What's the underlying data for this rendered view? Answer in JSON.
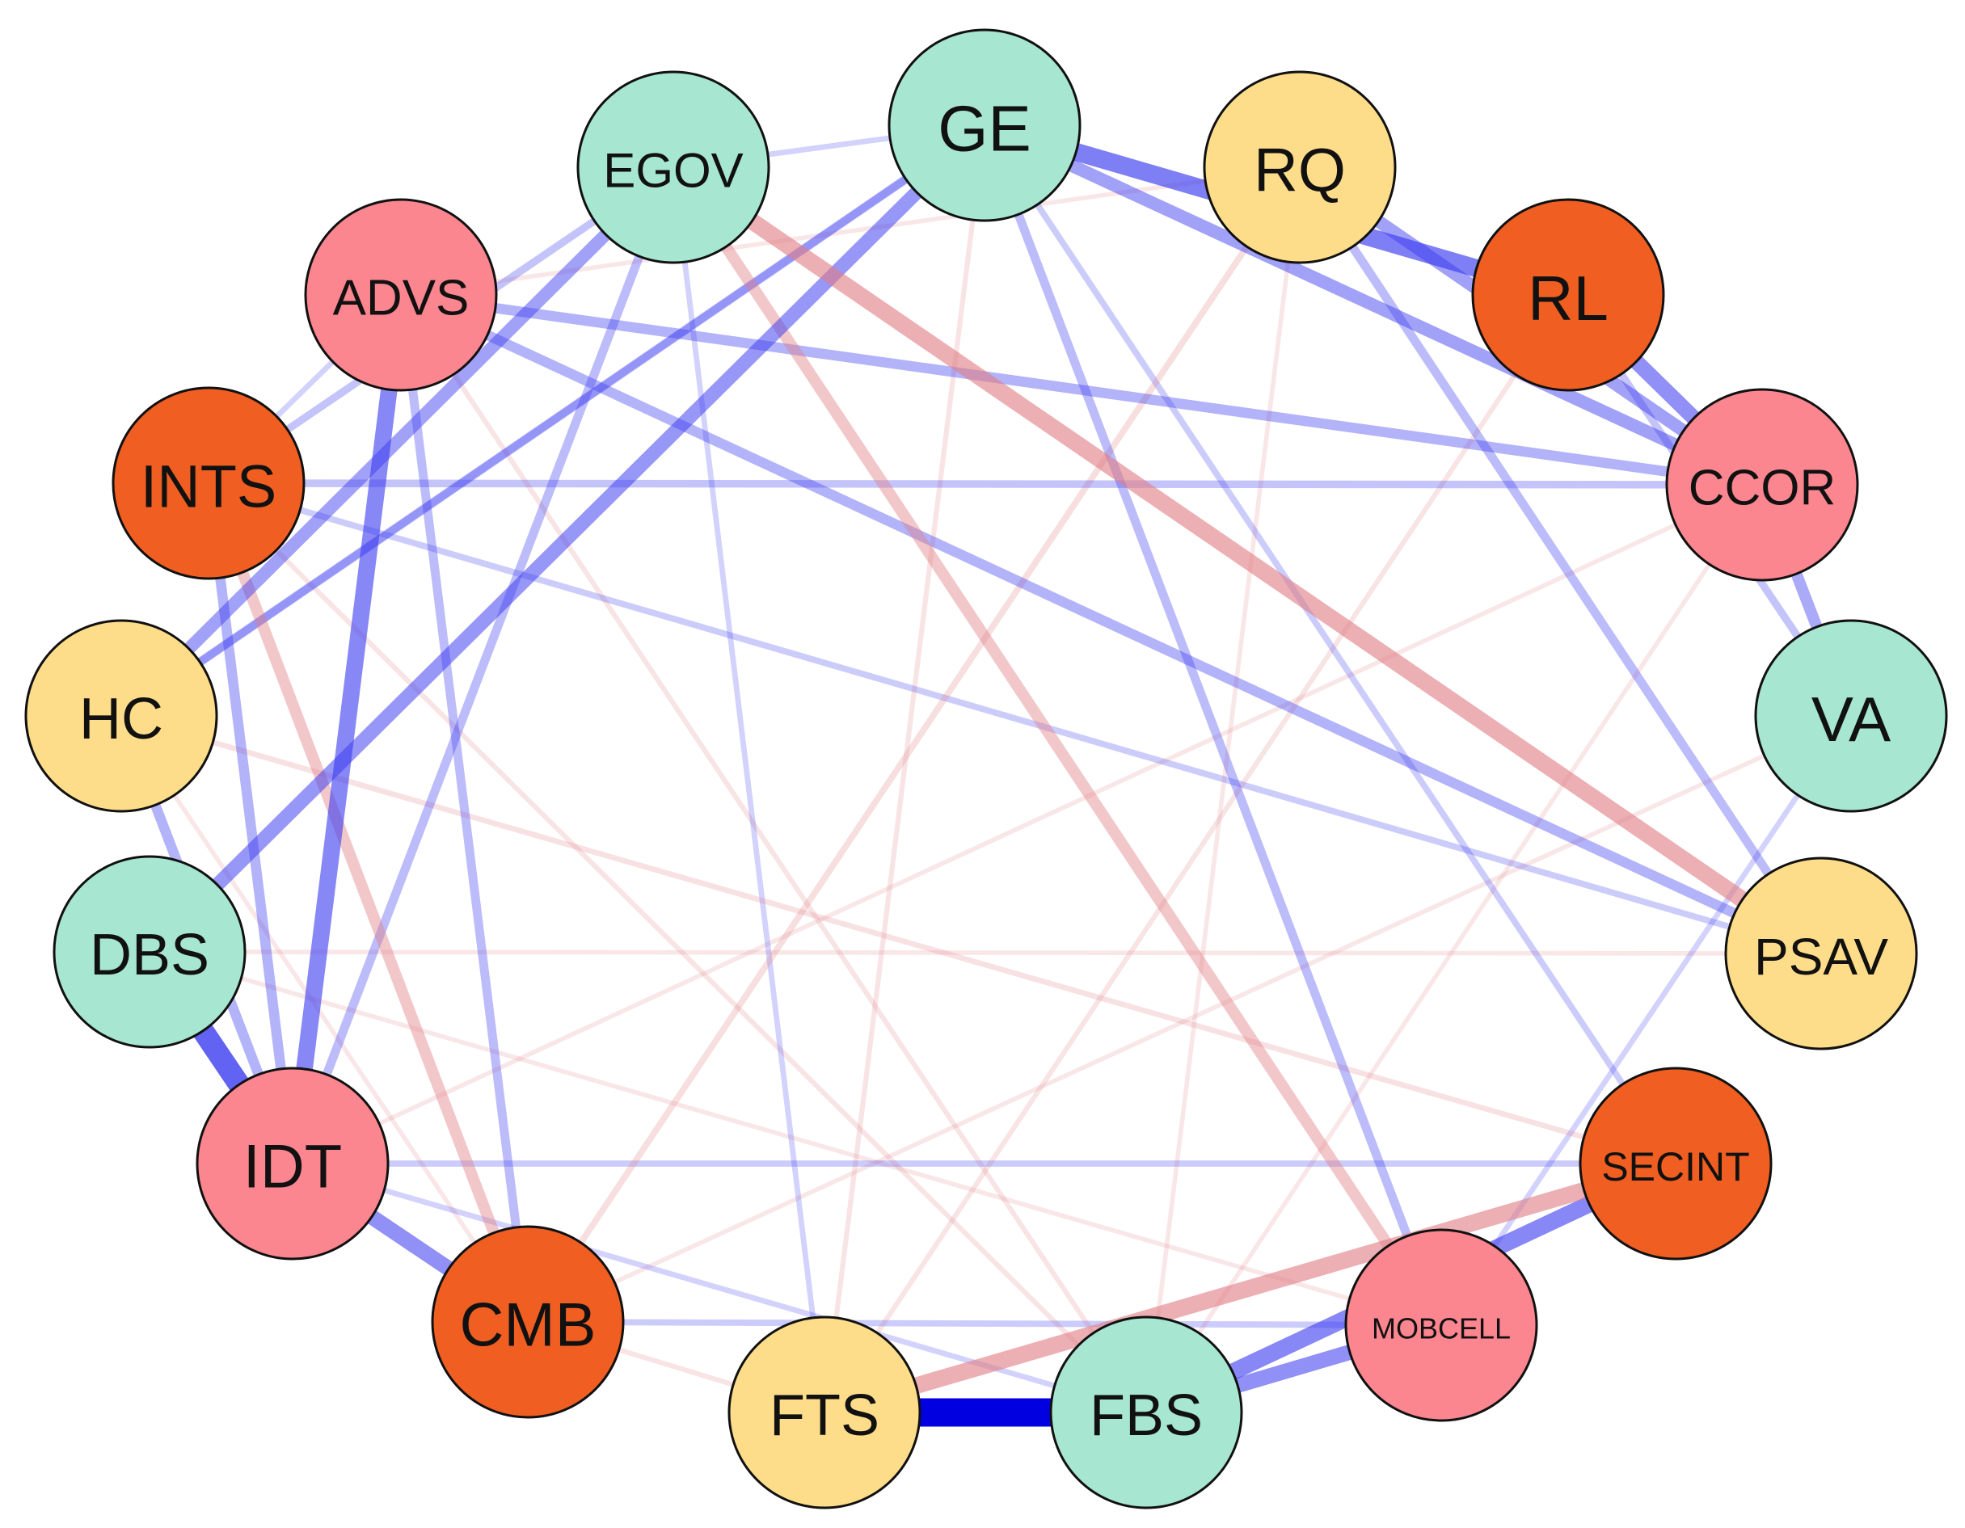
{
  "colors": {
    "teal": "#a7e6d1",
    "yellow": "#fedd8a",
    "orange": "#f05e22",
    "pink": "#fb8690",
    "positive_edge": "#3b3bf0",
    "negative_edge": "#e07e84"
  },
  "nodes": [
    {
      "id": "GE",
      "label": "GE",
      "color": "teal"
    },
    {
      "id": "RQ",
      "label": "RQ",
      "color": "yellow"
    },
    {
      "id": "RL",
      "label": "RL",
      "color": "orange"
    },
    {
      "id": "CCOR",
      "label": "CCOR",
      "color": "pink"
    },
    {
      "id": "VA",
      "label": "VA",
      "color": "teal"
    },
    {
      "id": "PSAV",
      "label": "PSAV",
      "color": "yellow"
    },
    {
      "id": "SECINT",
      "label": "SECINT",
      "color": "orange"
    },
    {
      "id": "MOBCELL",
      "label": "MOBCELL",
      "color": "pink"
    },
    {
      "id": "FBS",
      "label": "FBS",
      "color": "teal"
    },
    {
      "id": "FTS",
      "label": "FTS",
      "color": "yellow"
    },
    {
      "id": "CMB",
      "label": "CMB",
      "color": "orange"
    },
    {
      "id": "IDT",
      "label": "IDT",
      "color": "pink"
    },
    {
      "id": "DBS",
      "label": "DBS",
      "color": "teal"
    },
    {
      "id": "HC",
      "label": "HC",
      "color": "yellow"
    },
    {
      "id": "INTS",
      "label": "INTS",
      "color": "orange"
    },
    {
      "id": "ADVS",
      "label": "ADVS",
      "color": "pink"
    },
    {
      "id": "EGOV",
      "label": "EGOV",
      "color": "teal"
    }
  ],
  "edges": [
    {
      "from": "FTS",
      "to": "FBS",
      "sign": "positive",
      "strength": 1.0
    },
    {
      "from": "DBS",
      "to": "IDT",
      "sign": "positive",
      "strength": 0.75
    },
    {
      "from": "GE",
      "to": "RL",
      "sign": "positive",
      "strength": 0.6
    },
    {
      "from": "RL",
      "to": "CCOR",
      "sign": "positive",
      "strength": 0.5
    },
    {
      "from": "FBS",
      "to": "SECINT",
      "sign": "positive",
      "strength": 0.55
    },
    {
      "from": "FBS",
      "to": "MOBCELL",
      "sign": "positive",
      "strength": 0.5
    },
    {
      "from": "IDT",
      "to": "ADVS",
      "sign": "positive",
      "strength": 0.55
    },
    {
      "from": "IDT",
      "to": "CMB",
      "sign": "positive",
      "strength": 0.5
    },
    {
      "from": "GE",
      "to": "DBS",
      "sign": "positive",
      "strength": 0.45
    },
    {
      "from": "EGOV",
      "to": "HC",
      "sign": "positive",
      "strength": 0.4
    },
    {
      "from": "GE",
      "to": "CCOR",
      "sign": "positive",
      "strength": 0.4
    },
    {
      "from": "RQ",
      "to": "CCOR",
      "sign": "positive",
      "strength": 0.4
    },
    {
      "from": "CCOR",
      "to": "VA",
      "sign": "positive",
      "strength": 0.35
    },
    {
      "from": "ADVS",
      "to": "CCOR",
      "sign": "positive",
      "strength": 0.3
    },
    {
      "from": "ADVS",
      "to": "PSAV",
      "sign": "positive",
      "strength": 0.3
    },
    {
      "from": "INTS",
      "to": "IDT",
      "sign": "positive",
      "strength": 0.3
    },
    {
      "from": "HC",
      "to": "IDT",
      "sign": "positive",
      "strength": 0.3
    },
    {
      "from": "EGOV",
      "to": "IDT",
      "sign": "positive",
      "strength": 0.25
    },
    {
      "from": "ADVS",
      "to": "CMB",
      "sign": "positive",
      "strength": 0.25
    },
    {
      "from": "GE",
      "to": "MOBCELL",
      "sign": "positive",
      "strength": 0.25
    },
    {
      "from": "RQ",
      "to": "PSAV",
      "sign": "positive",
      "strength": 0.25
    },
    {
      "from": "GE",
      "to": "HC",
      "sign": "positive",
      "strength": 0.25
    },
    {
      "from": "INTS",
      "to": "CCOR",
      "sign": "positive",
      "strength": 0.2
    },
    {
      "from": "HC",
      "to": "GE",
      "sign": "positive",
      "strength": 0.2
    },
    {
      "from": "EGOV",
      "to": "INTS",
      "sign": "positive",
      "strength": 0.2
    },
    {
      "from": "IDT",
      "to": "SECINT",
      "sign": "positive",
      "strength": 0.15
    },
    {
      "from": "CMB",
      "to": "MOBCELL",
      "sign": "positive",
      "strength": 0.15
    },
    {
      "from": "EGOV",
      "to": "FTS",
      "sign": "positive",
      "strength": 0.12
    },
    {
      "from": "IDT",
      "to": "FBS",
      "sign": "positive",
      "strength": 0.12
    },
    {
      "from": "INTS",
      "to": "PSAV",
      "sign": "positive",
      "strength": 0.15
    },
    {
      "from": "GE",
      "to": "SECINT",
      "sign": "positive",
      "strength": 0.15
    },
    {
      "from": "VA",
      "to": "MOBCELL",
      "sign": "positive",
      "strength": 0.12
    },
    {
      "from": "ADVS",
      "to": "INTS",
      "sign": "positive",
      "strength": 0.12
    },
    {
      "from": "EGOV",
      "to": "GE",
      "sign": "positive",
      "strength": 0.12
    },
    {
      "from": "RL",
      "to": "VA",
      "sign": "positive",
      "strength": 0.2
    },
    {
      "from": "EGOV",
      "to": "PSAV",
      "sign": "negative",
      "strength": 0.55
    },
    {
      "from": "FTS",
      "to": "SECINT",
      "sign": "negative",
      "strength": 0.55
    },
    {
      "from": "INTS",
      "to": "CMB",
      "sign": "negative",
      "strength": 0.35
    },
    {
      "from": "EGOV",
      "to": "MOBCELL",
      "sign": "negative",
      "strength": 0.35
    },
    {
      "from": "RQ",
      "to": "CMB",
      "sign": "negative",
      "strength": 0.15
    },
    {
      "from": "HC",
      "to": "SECINT",
      "sign": "negative",
      "strength": 0.12
    },
    {
      "from": "ADVS",
      "to": "FBS",
      "sign": "negative",
      "strength": 0.1
    },
    {
      "from": "GE",
      "to": "FTS",
      "sign": "negative",
      "strength": 0.1
    },
    {
      "from": "RL",
      "to": "FTS",
      "sign": "negative",
      "strength": 0.1
    },
    {
      "from": "CCOR",
      "to": "IDT",
      "sign": "negative",
      "strength": 0.08
    },
    {
      "from": "PSAV",
      "to": "DBS",
      "sign": "negative",
      "strength": 0.08
    },
    {
      "from": "VA",
      "to": "CMB",
      "sign": "negative",
      "strength": 0.08
    },
    {
      "from": "INTS",
      "to": "FBS",
      "sign": "negative",
      "strength": 0.1
    },
    {
      "from": "ADVS",
      "to": "RQ",
      "sign": "negative",
      "strength": 0.08
    },
    {
      "from": "CMB",
      "to": "FTS",
      "sign": "negative",
      "strength": 0.1
    },
    {
      "from": "HC",
      "to": "CMB",
      "sign": "negative",
      "strength": 0.08
    },
    {
      "from": "DBS",
      "to": "MOBCELL",
      "sign": "negative",
      "strength": 0.08
    },
    {
      "from": "RQ",
      "to": "FBS",
      "sign": "negative",
      "strength": 0.08
    },
    {
      "from": "CCOR",
      "to": "FBS",
      "sign": "negative",
      "strength": 0.08
    }
  ]
}
